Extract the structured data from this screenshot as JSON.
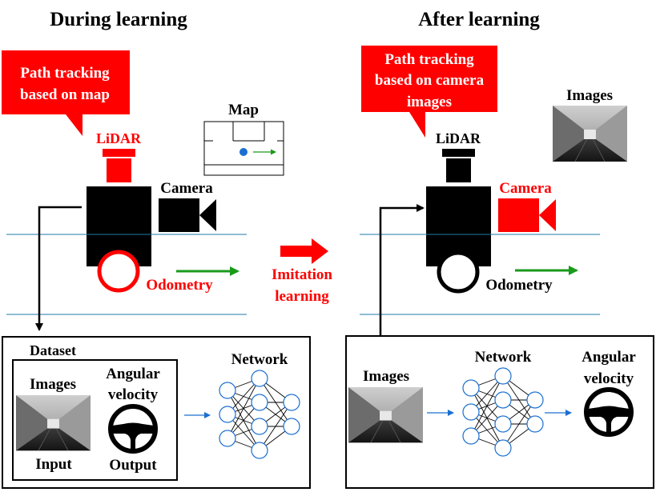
{
  "during": {
    "title": "During learning",
    "callout": [
      "Path tracking",
      "based on map"
    ],
    "lidar": "LiDAR",
    "camera": "Camera",
    "map": "Map",
    "odometry": "Odometry",
    "dataset": "Dataset",
    "images": "Images",
    "angular": [
      "Angular",
      "velocity"
    ],
    "input": "Input",
    "output": "Output",
    "network": "Network"
  },
  "center": {
    "label": [
      "Imitation",
      "learning"
    ]
  },
  "after": {
    "title": "After learning",
    "callout": [
      "Path tracking",
      "based on camera",
      "images"
    ],
    "lidar": "LiDAR",
    "camera": "Camera",
    "images": "Images",
    "odometry": "Odometry",
    "network": "Network",
    "angular": [
      "Angular",
      "velocity"
    ]
  },
  "colors": {
    "active": "#ff0000",
    "inactive": "#000000",
    "odometry_arrow": "#1a9a1a",
    "flow_arrow": "#1a6fd1",
    "track_line": "#1f7aa8",
    "network_node": "#1a6fd1",
    "map_dot": "#1a6fd1"
  },
  "icons": [
    "lidar-icon",
    "camera-icon",
    "robot-icon",
    "wheel-icon",
    "steering-wheel-icon",
    "corridor-image-icon",
    "network-icon",
    "map-icon"
  ]
}
